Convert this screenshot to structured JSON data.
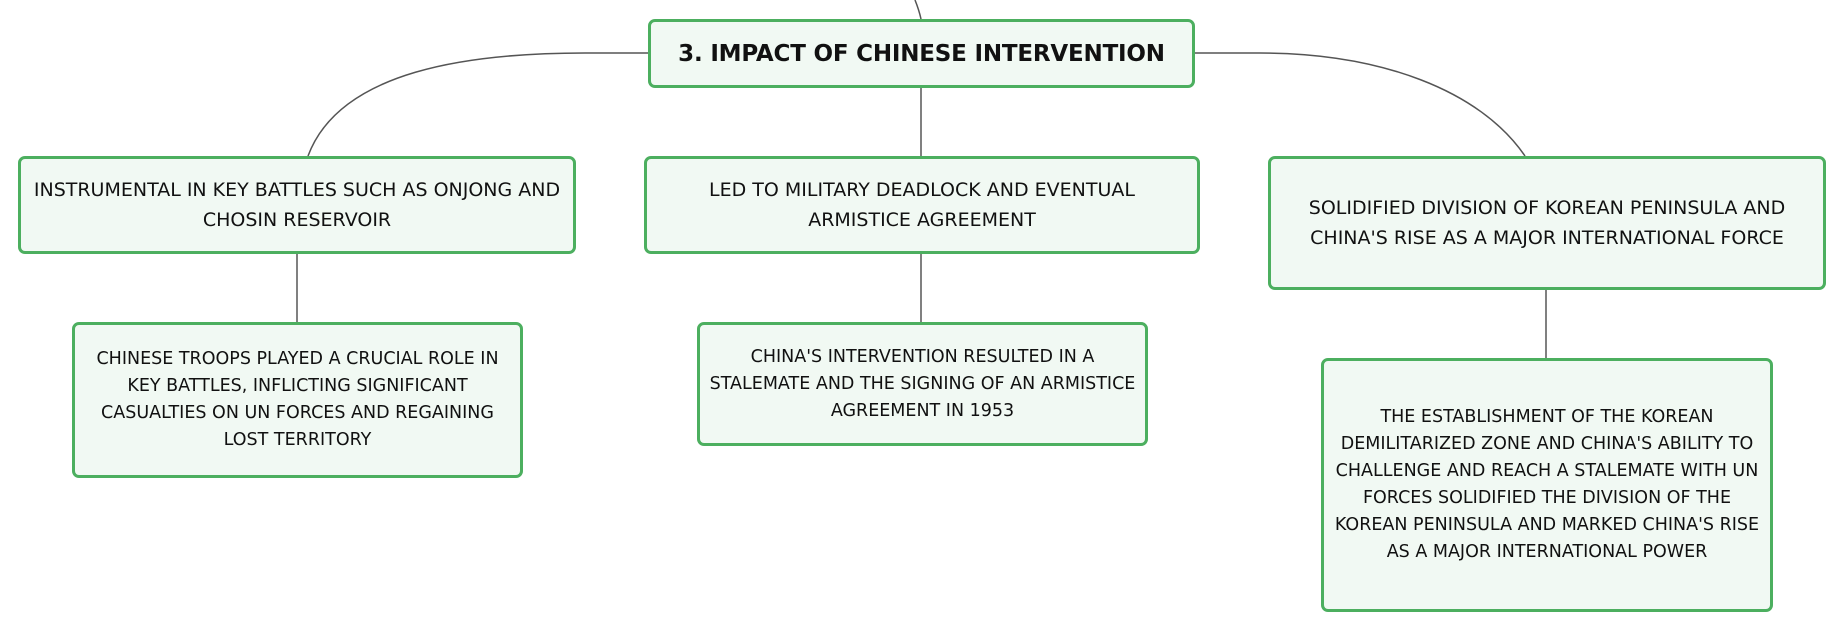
{
  "diagram": {
    "type": "mind-map",
    "colors": {
      "node_border": "#4caf5f",
      "node_fill": "#f1f9f3",
      "text": "#111111",
      "connector": "#555555"
    },
    "root": {
      "label": "3. IMPACT OF CHINESE INTERVENTION"
    },
    "branches": [
      {
        "label": "INSTRUMENTAL IN KEY BATTLES SUCH AS ONJONG AND CHOSIN RESERVOIR",
        "detail": "CHINESE TROOPS PLAYED A CRUCIAL ROLE IN KEY BATTLES, INFLICTING SIGNIFICANT CASUALTIES ON UN FORCES AND REGAINING LOST TERRITORY"
      },
      {
        "label": "LED TO MILITARY DEADLOCK AND EVENTUAL ARMISTICE AGREEMENT",
        "detail": "CHINA'S INTERVENTION RESULTED IN A STALEMATE AND THE SIGNING OF AN ARMISTICE AGREEMENT IN 1953"
      },
      {
        "label": "SOLIDIFIED DIVISION OF KOREAN PENINSULA AND CHINA'S RISE AS A MAJOR INTERNATIONAL FORCE",
        "detail": "THE ESTABLISHMENT OF THE KOREAN DEMILITARIZED ZONE AND CHINA'S ABILITY TO CHALLENGE AND REACH A STALEMATE WITH UN FORCES SOLIDIFIED THE DIVISION OF THE KOREAN PENINSULA AND MARKED CHINA'S RISE AS A MAJOR INTERNATIONAL POWER"
      }
    ]
  }
}
